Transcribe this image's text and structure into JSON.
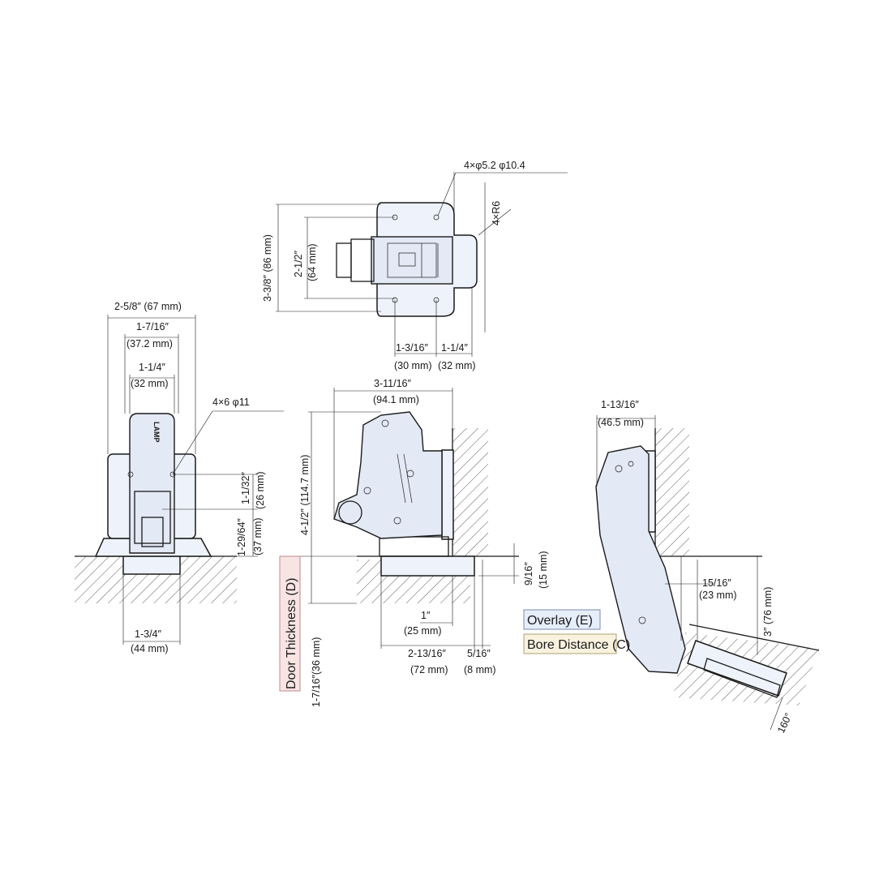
{
  "top_view": {
    "holes": "4×φ5.2  φ10.4",
    "radius": "4×R6",
    "height_outer": "3-3/8″ (86 mm)",
    "height_inner_in": "2-1/2″",
    "height_inner_mm": "(64 mm)",
    "bottom_left_in": "1-3/16″",
    "bottom_left_mm": "(30 mm)",
    "bottom_right_in": "1-1/4″",
    "bottom_right_mm": "(32 mm)"
  },
  "front_view": {
    "overall_width": "2-5/8″ (67 mm)",
    "width2_in": "1-7/16″",
    "width2_mm": "(37.2 mm)",
    "width3_in": "1-1/4″",
    "width3_mm": "(32 mm)",
    "holes": "4×6  φ11",
    "logo": "LAMP",
    "right_dim1": "1-1/32″",
    "right_dim1_mm": "(26 mm)",
    "right_dim2": "1-29/64″",
    "right_dim2_mm": "(37 mm)",
    "bottom_in": "1-3/4″",
    "bottom_mm": "(44 mm)"
  },
  "side_view": {
    "top_in": "3-11/16″",
    "top_mm": "(94.1 mm)",
    "height": "4-1/2″ (114.7 mm)",
    "door_thickness_label": "Door Thickness (D)",
    "door_thickness_value": "1-7/16″(36 mm)",
    "right_in": "9/16″",
    "right_mm": "(15 mm)",
    "b1_in": "1″",
    "b1_mm": "(25 mm)",
    "b2_in": "2-13/16″",
    "b2_mm": "(72 mm)",
    "b3_in": "5/16″",
    "b3_mm": "(8 mm)"
  },
  "open_view": {
    "top_in": "1-13/16″",
    "top_mm": "(46.5 mm)",
    "mid_in": "15/16″",
    "mid_mm": "(23 mm)",
    "right": "3″ (76 mm)",
    "angle": "160°"
  },
  "legend": {
    "overlay": "Overlay (E)",
    "bore": "Bore Distance (C)"
  },
  "colors": {
    "overlay_box": "#e6eefa",
    "bore_box": "#f8f2df",
    "door_box": "#f9e4e4",
    "part_fill": "#eef2fa"
  }
}
